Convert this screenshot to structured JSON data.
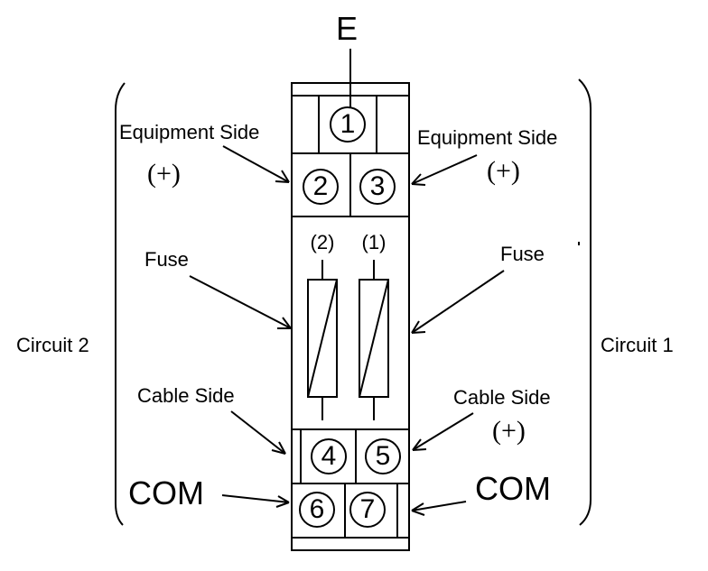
{
  "title_label": "E",
  "terminals": {
    "t1": "1",
    "t2": "2",
    "t3": "3",
    "t4": "4",
    "t5": "5",
    "t6": "6",
    "t7": "7"
  },
  "fuse_markers": {
    "fuse2": "(2)",
    "fuse1": "(1)"
  },
  "left": {
    "equipment_side": "Equipment Side",
    "polarity": "(+)",
    "fuse": "Fuse",
    "circuit": "Circuit 2",
    "cable_side": "Cable Side",
    "com": "COM"
  },
  "right": {
    "equipment_side": "Equipment Side",
    "polarity": "(+)",
    "fuse": "Fuse",
    "circuit": "Circuit 1",
    "cable_side": "Cable Side",
    "cable_polarity": "(+)",
    "com": "COM"
  },
  "colors": {
    "line": "#000000",
    "background": "#ffffff"
  }
}
